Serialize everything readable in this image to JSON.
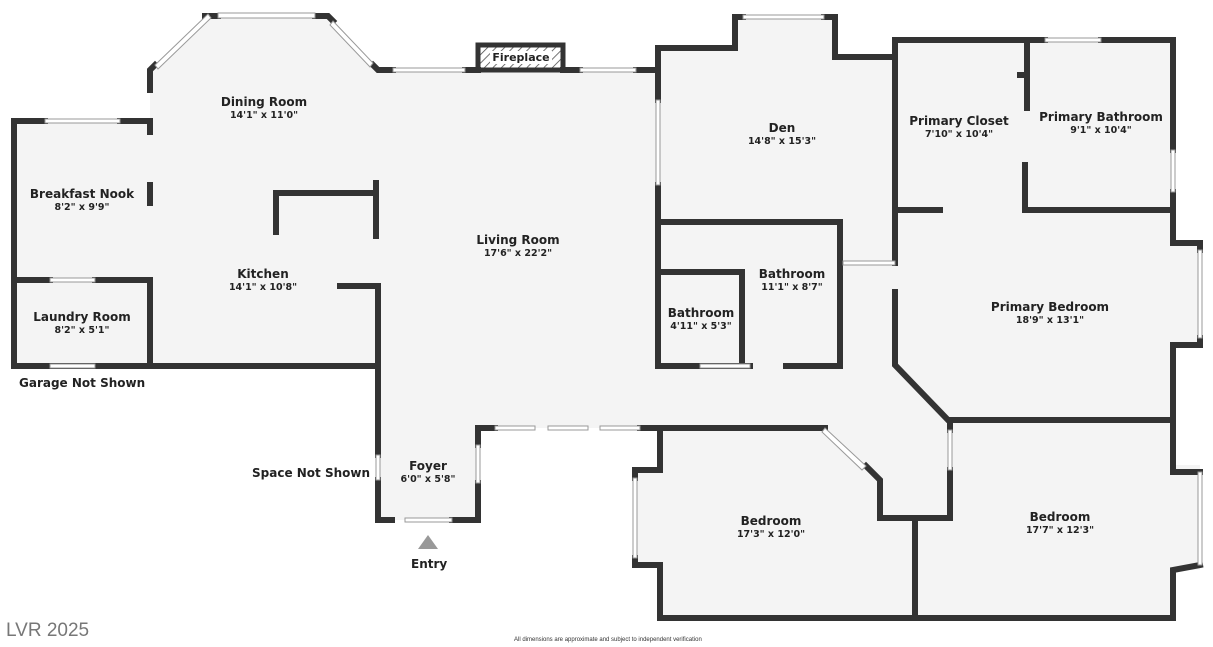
{
  "rooms": {
    "dining": {
      "name": "Dining Room",
      "dims": "14'1\" x 11'0\""
    },
    "nook": {
      "name": "Breakfast Nook",
      "dims": "8'2\" x 9'9\""
    },
    "kitchen": {
      "name": "Kitchen",
      "dims": "14'1\" x 10'8\""
    },
    "laundry": {
      "name": "Laundry Room",
      "dims": "8'2\" x 5'1\""
    },
    "living": {
      "name": "Living Room",
      "dims": "17'6\" x 22'2\""
    },
    "foyer": {
      "name": "Foyer",
      "dims": "6'0\" x 5'8\""
    },
    "den": {
      "name": "Den",
      "dims": "14'8\" x 15'3\""
    },
    "bath1": {
      "name": "Bathroom",
      "dims": "11'1\" x 8'7\""
    },
    "bath2": {
      "name": "Bathroom",
      "dims": "4'11\" x 5'3\""
    },
    "pcloset": {
      "name": "Primary Closet",
      "dims": "7'10\" x 10'4\""
    },
    "pbath": {
      "name": "Primary Bathroom",
      "dims": "9'1\" x 10'4\""
    },
    "pbed": {
      "name": "Primary Bedroom",
      "dims": "18'9\" x 13'1\""
    },
    "bed1": {
      "name": "Bedroom",
      "dims": "17'3\" x 12'0\""
    },
    "bed2": {
      "name": "Bedroom",
      "dims": "17'7\" x 12'3\""
    }
  },
  "fireplace": "Fireplace",
  "notes": {
    "garage": "Garage Not Shown",
    "space": "Space Not Shown",
    "entry": "Entry"
  },
  "watermark": "LVR 2025",
  "disclaimer": "All dimensions are approximate and subject to independent verification",
  "colors": {
    "wall": "#333333",
    "floor": "#f4f4f4",
    "watermark": "#777777"
  }
}
